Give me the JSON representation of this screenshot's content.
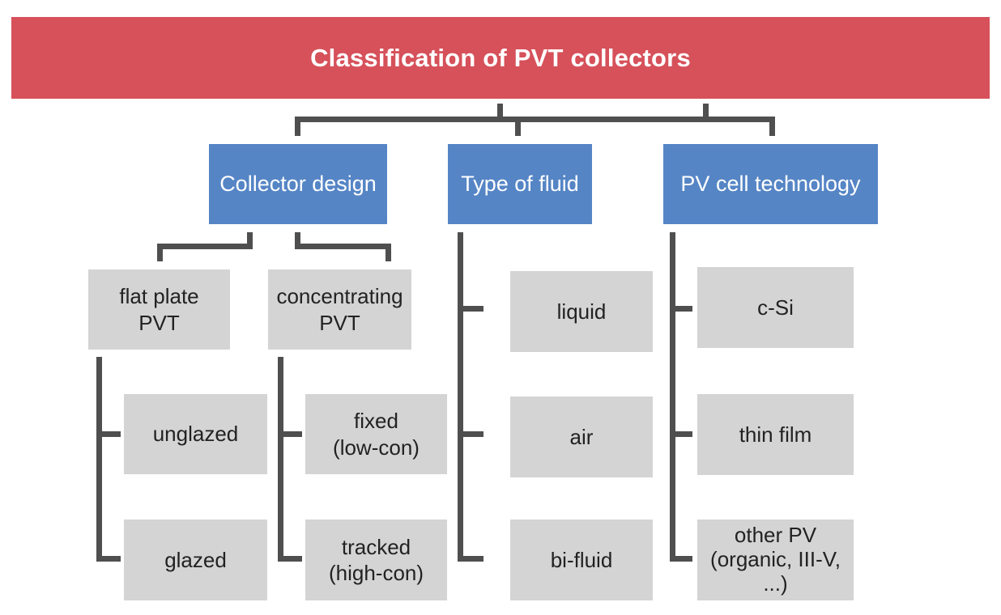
{
  "title": "Classification of PVT collectors",
  "categories": [
    {
      "label": "Collector design"
    },
    {
      "label": "Type of fluid"
    },
    {
      "label": "PV cell technology"
    }
  ],
  "collector_design": {
    "flat_plate": {
      "line1": "flat plate",
      "line2": "PVT",
      "children": [
        "unglazed",
        "glazed"
      ]
    },
    "concentrating": {
      "line1": "concentrating",
      "line2": "PVT",
      "children": [
        {
          "line1": "fixed",
          "line2": "(low-con)"
        },
        {
          "line1": "tracked",
          "line2": "(high-con)"
        }
      ]
    }
  },
  "fluid": {
    "children": [
      "liquid",
      "air",
      "bi-fluid"
    ]
  },
  "pv_tech": {
    "children": [
      {
        "line1": "c-Si"
      },
      {
        "line1": "thin film"
      },
      {
        "line1": "other PV",
        "line2": "(organic, III-V,",
        "line3": "...)"
      }
    ]
  },
  "colors": {
    "header": "#d6515a",
    "category": "#5585c5",
    "leaf": "#d4d4d4",
    "connector": "#4f4f4f"
  }
}
